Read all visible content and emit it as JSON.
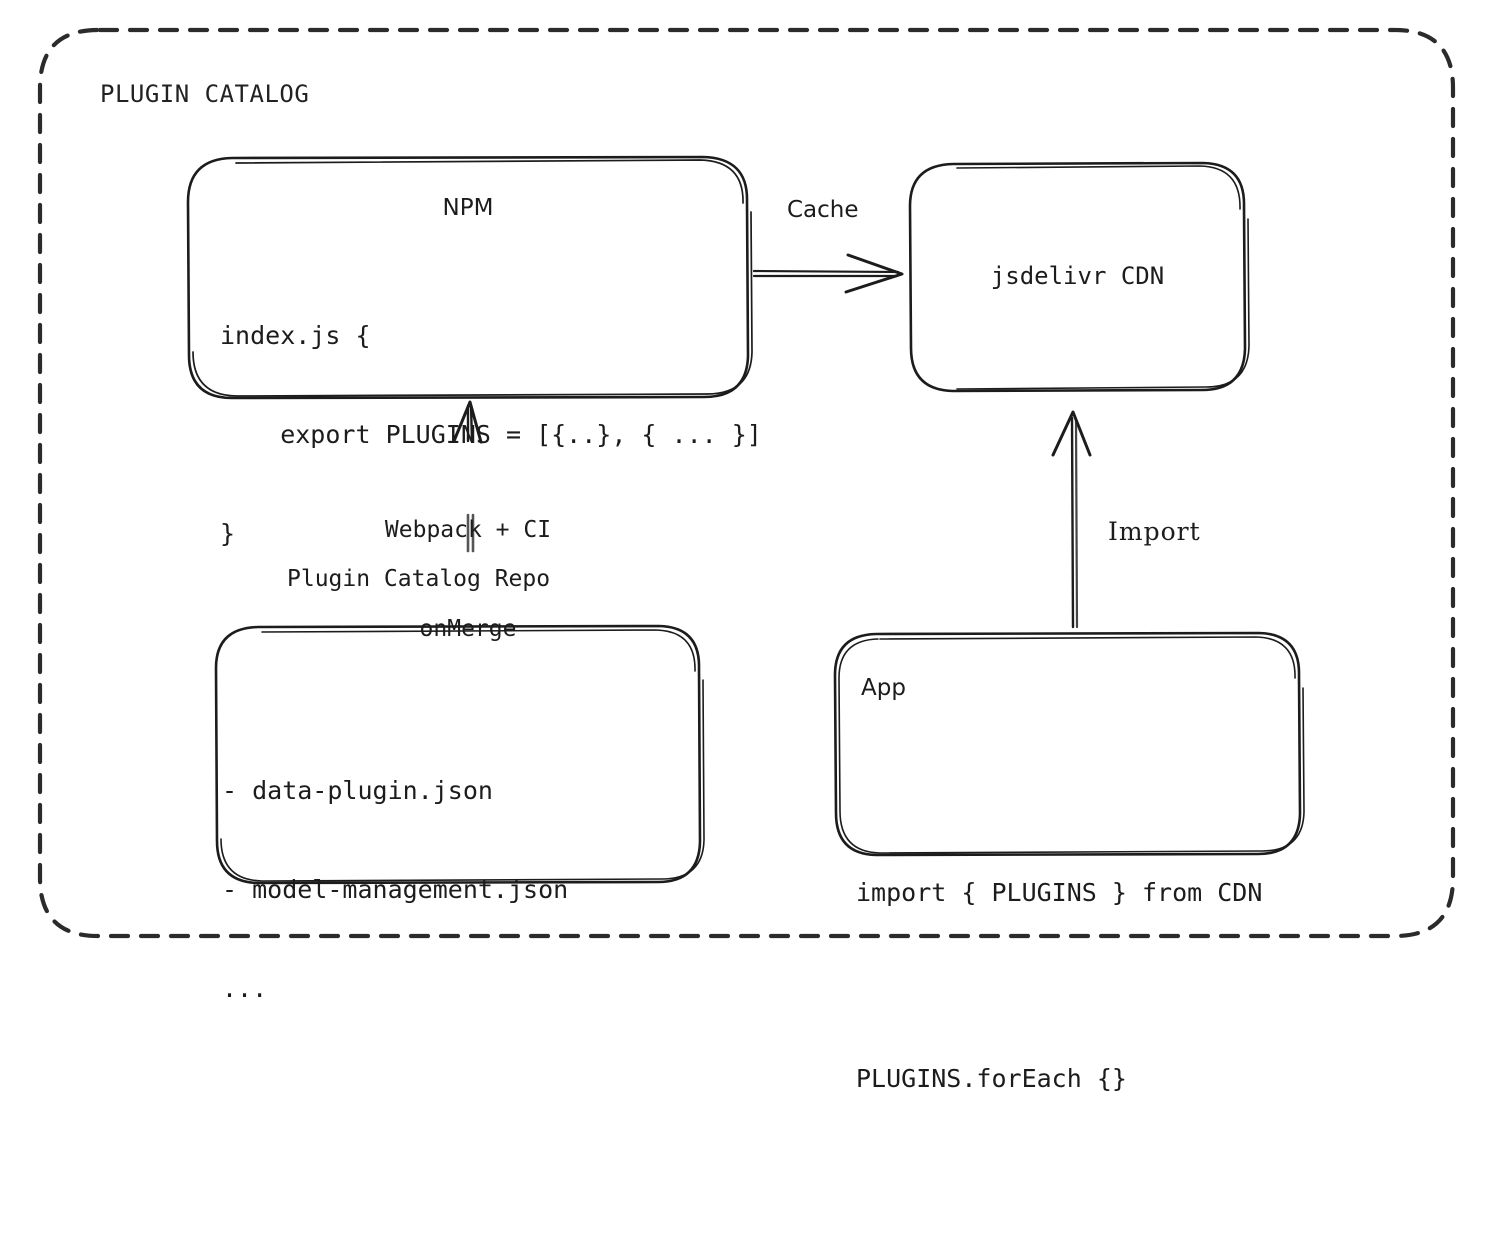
{
  "diagram": {
    "container": {
      "title": "PLUGIN CATALOG",
      "border_style": "dashed-rounded",
      "stroke_color": "#2b2b2b"
    },
    "nodes": {
      "npm": {
        "title": "NPM",
        "code_lines": [
          "index.js {",
          "    export PLUGINS = [{..}, { ... }]",
          "}"
        ]
      },
      "cdn": {
        "title": "jsdelivr CDN"
      },
      "repo": {
        "caption": "Plugin Catalog Repo",
        "file_lines": [
          "- data-plugin.json",
          "- model-management.json",
          "..."
        ]
      },
      "app": {
        "title": "App",
        "code_lines": [
          "import { PLUGINS } from CDN",
          "PLUGINS.forEach {}"
        ]
      }
    },
    "edges": {
      "cache": {
        "label": "Cache",
        "from": "npm",
        "to": "cdn",
        "direction": "right"
      },
      "build": {
        "label_line_1": "Webpack + CI",
        "label_line_2": "onMerge",
        "from": "repo",
        "to": "npm",
        "direction": "up"
      },
      "import": {
        "label": "Import",
        "from": "app",
        "to": "cdn",
        "direction": "up"
      }
    }
  }
}
